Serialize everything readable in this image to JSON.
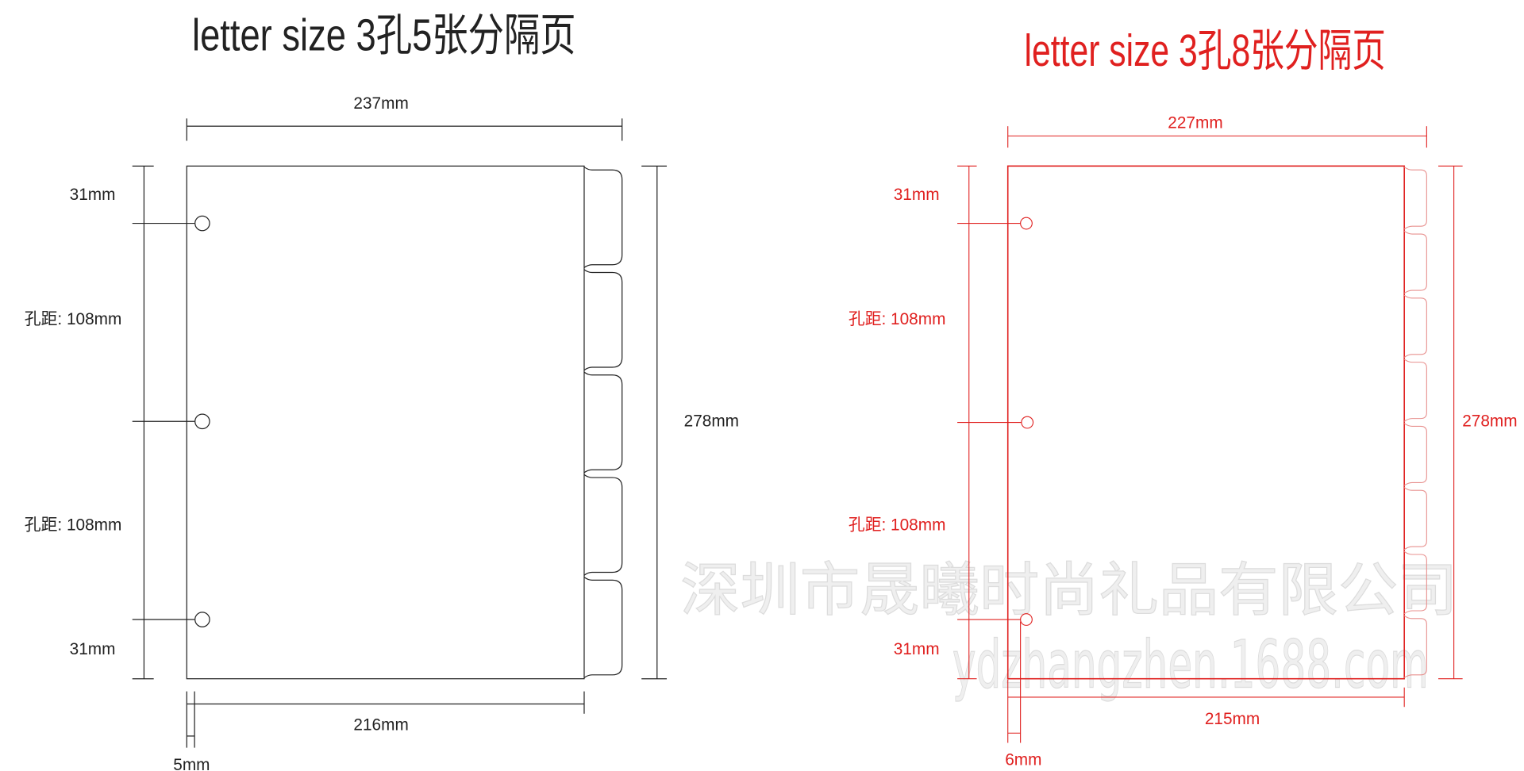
{
  "left": {
    "title": "letter size 3孔5张分隔页",
    "color": "#222222",
    "tab_count": 5,
    "width_total": "237mm",
    "width_page": "216mm",
    "height": "278mm",
    "hole_offset": "5mm",
    "top_margin": "31mm",
    "bottom_margin": "31mm",
    "hole_spacing_1": "孔距: 108mm",
    "hole_spacing_2": "孔距: 108mm"
  },
  "right": {
    "title": "letter size  3孔8张分隔页",
    "color": "#e0201f",
    "tab_count": 8,
    "width_total": "227mm",
    "width_page": "215mm",
    "height": "278mm",
    "hole_offset": "6mm",
    "top_margin": "31mm",
    "bottom_margin": "31mm",
    "hole_spacing_1": "孔距: 108mm",
    "hole_spacing_2": "孔距: 108mm"
  },
  "watermark": {
    "company": "深圳市晟曦时尚礼品有限公司",
    "url": "ydzhangzhen.1688.com"
  }
}
